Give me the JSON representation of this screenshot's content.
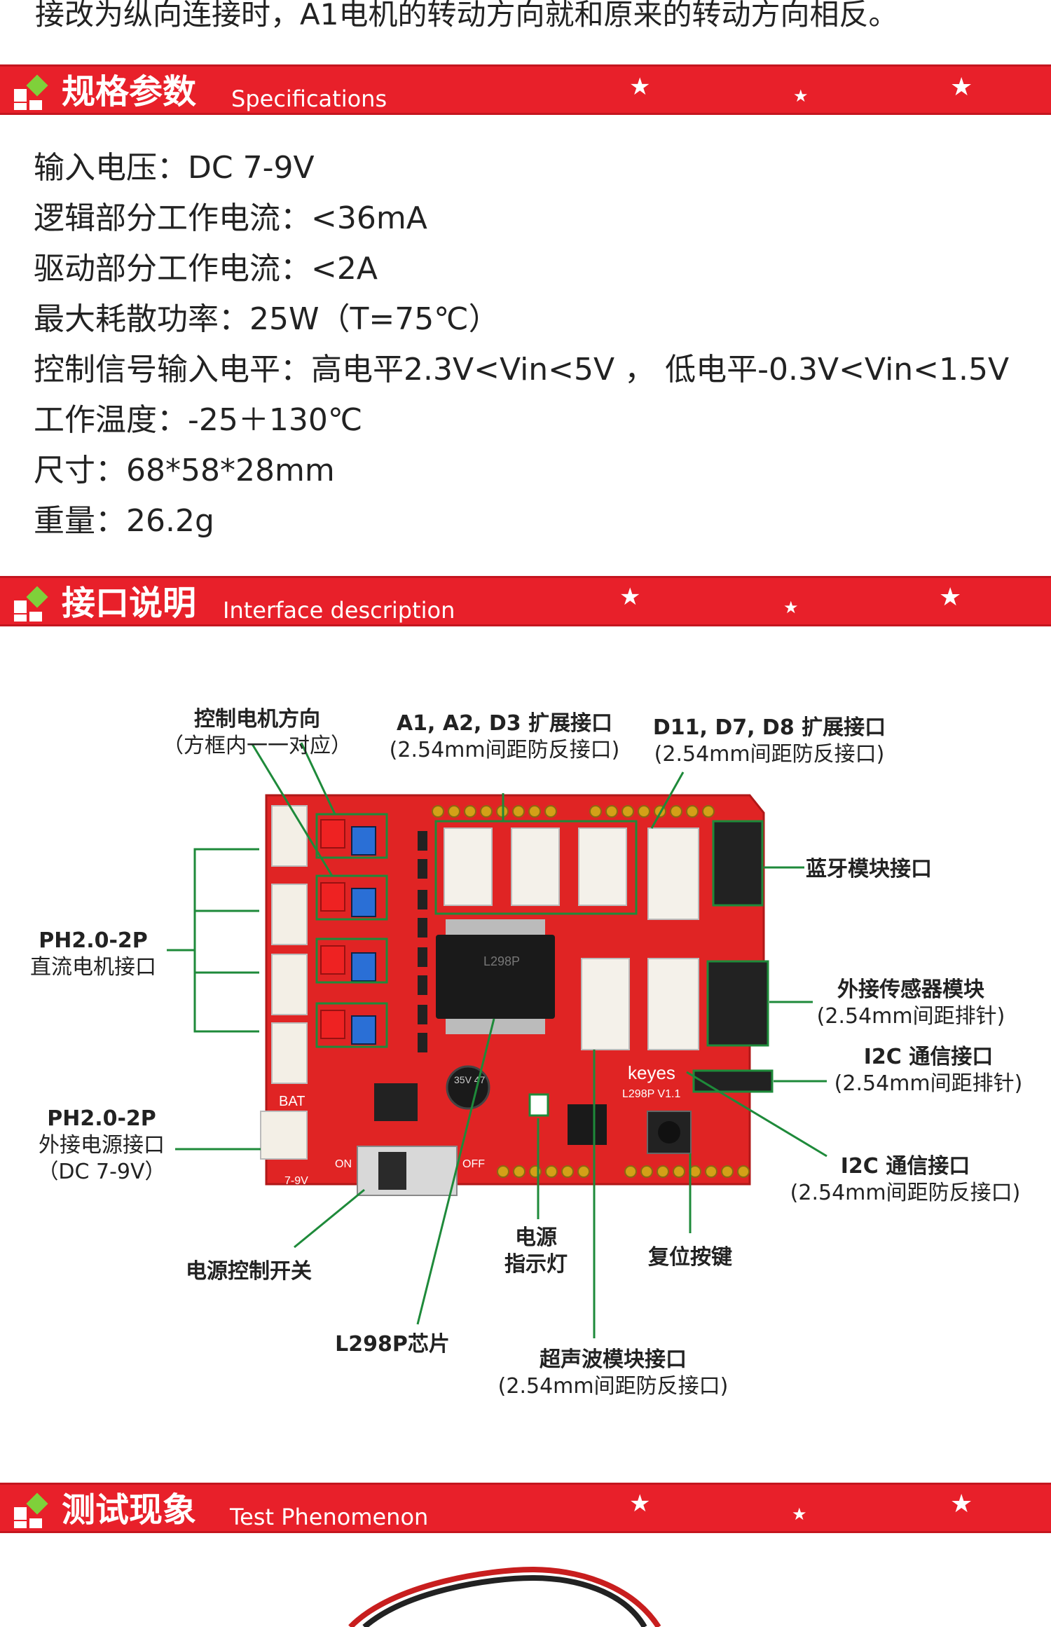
{
  "intro_tail": "接改为纵向连接时，A1电机的转动方向就和原来的转动方向相反。",
  "sections": {
    "specs": {
      "title_cn": "规格参数",
      "title_en": "Specifications"
    },
    "interface": {
      "title_cn": "接口说明",
      "title_en": "Interface description"
    },
    "test": {
      "title_cn": "测试现象",
      "title_en": "Test Phenomenon"
    }
  },
  "specs": [
    "输入电压：DC 7-9V",
    "逻辑部分工作电流：<36mA",
    "驱动部分工作电流：<2A",
    "最大耗散功率：25W（T=75℃）",
    "控制信号输入电平：高电平2.3V<Vin<5V ， 低电平-0.3V<Vin<1.5V",
    "工作温度：-25＋130℃",
    "尺寸：68*58*28mm",
    "重量：26.2g"
  ],
  "labels": {
    "motor_dir": [
      "控制电机方向",
      "（方框内一一对应）"
    ],
    "a1a2d3": [
      "A1, A2, D3 扩展接口",
      "(2.54mm间距防反接口)"
    ],
    "d11d7d8": [
      "D11, D7, D8 扩展接口",
      "(2.54mm间距防反接口)"
    ],
    "bluetooth": [
      "蓝牙模块接口"
    ],
    "dc_motor": [
      "PH2.0-2P",
      "直流电机接口"
    ],
    "sensor": [
      "外接传感器模块",
      "(2.54mm间距排针)"
    ],
    "i2c_pins": [
      "I2C 通信接口",
      "(2.54mm间距排针)"
    ],
    "ext_power": [
      "PH2.0-2P",
      "外接电源接口",
      "（DC 7-9V）"
    ],
    "i2c_socket": [
      "I2C 通信接口",
      "(2.54mm间距防反接口)"
    ],
    "power_switch": [
      "电源控制开关"
    ],
    "power_led": [
      "电源",
      "指示灯"
    ],
    "reset": [
      "复位按键"
    ],
    "chip": [
      "L298P芯片"
    ],
    "ultrasonic": [
      "超声波模块接口",
      "(2.54mm间距防反接口)"
    ]
  },
  "board_text": {
    "brand": "keyes",
    "model": "L298P V1.1",
    "bat": "BAT",
    "voltage": "7-9V",
    "on": "ON",
    "off": "OFF",
    "chip_mark": "L298P",
    "cap": "35V 47"
  },
  "colors": {
    "banner": "#e8202a",
    "pcb": "#e02424",
    "callout": "#1e8a3a"
  }
}
